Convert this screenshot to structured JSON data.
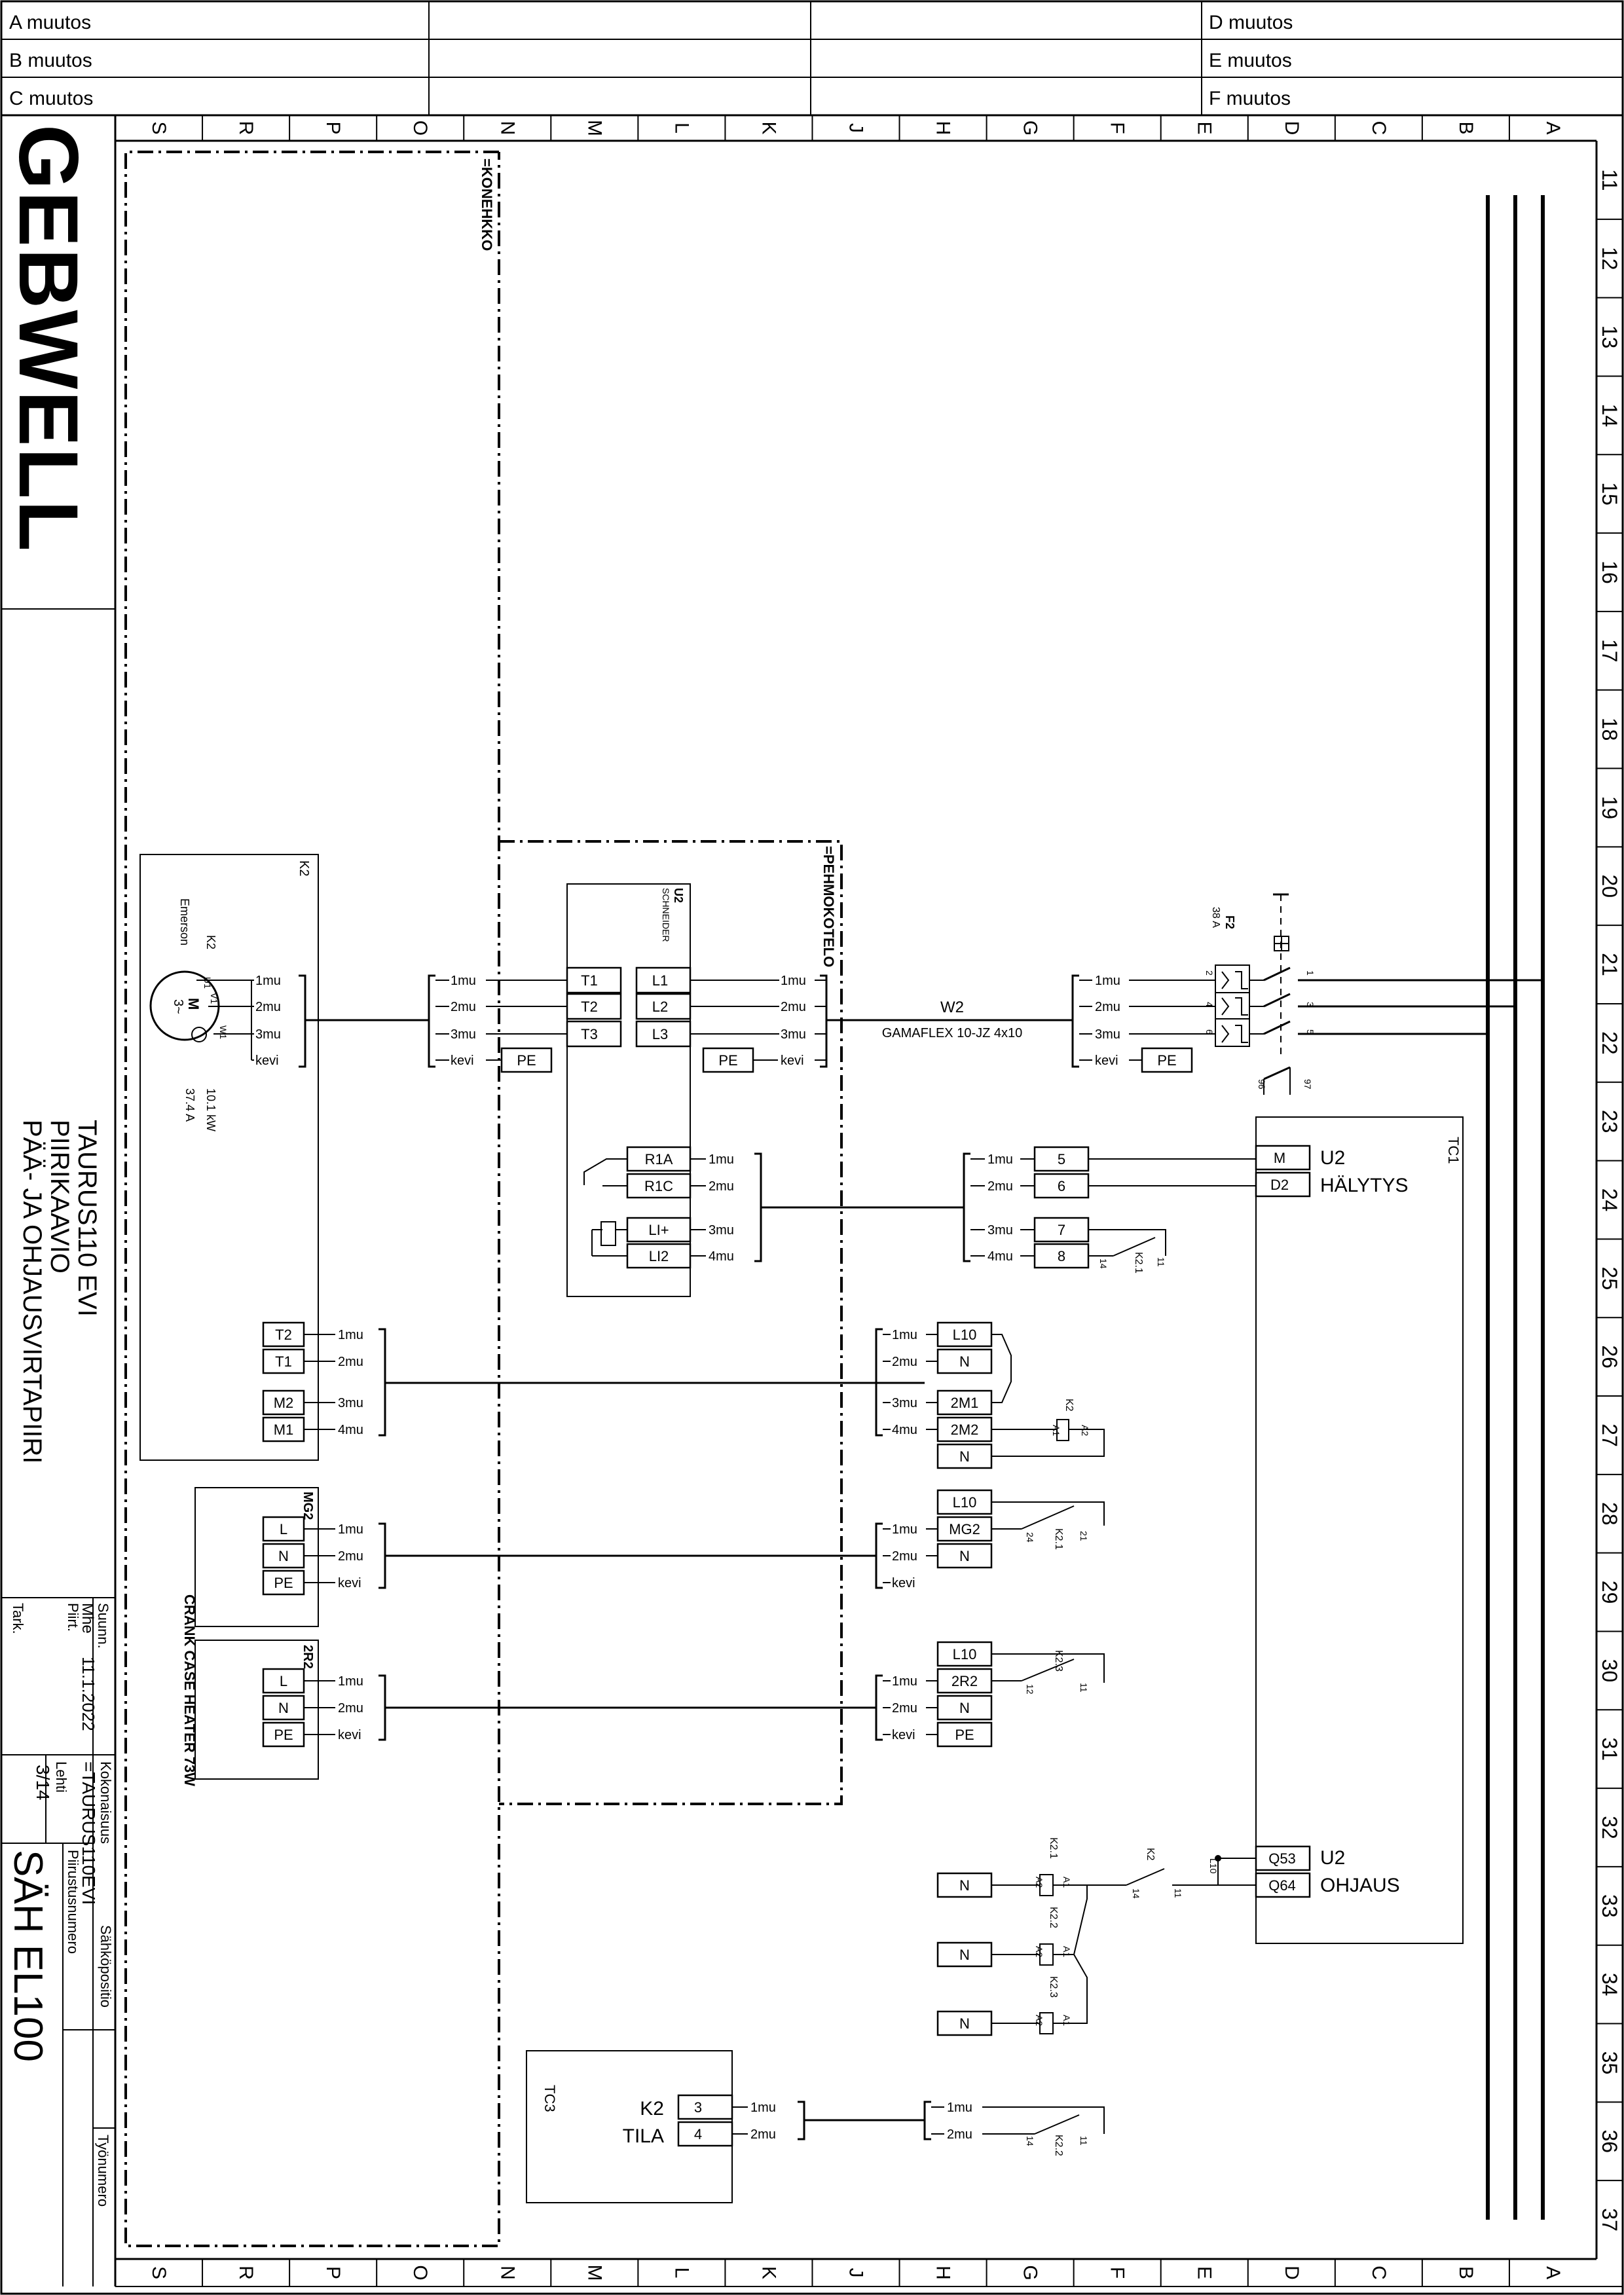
{
  "revisions": {
    "a": "A muutos",
    "b": "B muutos",
    "c": "C muutos",
    "d": "D muutos",
    "e": "E muutos",
    "f": "F muutos"
  },
  "columns": [
    "S",
    "R",
    "P",
    "O",
    "N",
    "M",
    "L",
    "K",
    "J",
    "H",
    "G",
    "F",
    "E",
    "D",
    "C",
    "B",
    "A"
  ],
  "rows": [
    "11",
    "12",
    "13",
    "14",
    "15",
    "16",
    "17",
    "18",
    "19",
    "20",
    "21",
    "22",
    "23",
    "24",
    "25",
    "26",
    "27",
    "28",
    "29",
    "30",
    "31",
    "32",
    "33",
    "34",
    "35",
    "36",
    "37"
  ],
  "title_block": {
    "logo": "GEBWELL",
    "title_line1": "TAURUS110 EVI",
    "title_line2": "PIIRIKAAVIO",
    "title_line3": "PÄÄ- JA OHJAUSVIRTAPIIRI",
    "suunn_label": "Suunn.",
    "suunn_value": "Mhe",
    "piirt_label": "Piirt.",
    "date_value": "11.1.2022",
    "tark_label": "Tark.",
    "kokonaisuus_label": "Kokonaisuus",
    "kokonaisuus_value": "=TAURUS110EVI",
    "sahkopositio_label": "Sähköpositio",
    "lehti_label": "Lehti",
    "lehti_value": "3/14",
    "piirustusnumero_label": "Piirustusnumero",
    "piirustusnumero_value": "SÄH EL100",
    "tyonumero_label": "Työnumero"
  },
  "enclosures": {
    "konehuone": "=KONEHKKO",
    "pehmokotelo": "=PEHMOKOTELO"
  },
  "motor": {
    "ref": "K2",
    "maker": "Emerson",
    "label": "K2",
    "power": "10.1 kW",
    "current": "37.4 A",
    "symbol_m": "M",
    "symbol_phase": "3~",
    "u1": "U1",
    "v1": "V1",
    "w1": "W1"
  },
  "softstarter": {
    "ref": "U2",
    "name": "SCHNEIDER"
  },
  "cable": {
    "ref": "W2",
    "type": "GAMAFLEX 10-JZ 4x10"
  },
  "breaker": {
    "ref": "F2",
    "rating": "38 A"
  },
  "tc1": {
    "ref": "TC1",
    "alarm_ref": "U2",
    "alarm_text": "HÄLYTYS",
    "ctrl_ref": "U2",
    "ctrl_text": "OHJAUS"
  },
  "tc3": {
    "ref": "TC3",
    "k2_label": "K2",
    "tila_label": "TILA"
  },
  "crank": {
    "text": "CRANK CASE HEATER 73W",
    "mg2_ref": "MG2",
    "r2_ref": "2R2"
  },
  "wires": {
    "mu1": "1mu",
    "mu2": "2mu",
    "mu3": "3mu",
    "mu4": "4mu",
    "kevi": "kevi"
  },
  "terminals": {
    "T1": "T1",
    "T2": "T2",
    "T3": "T3",
    "L1": "L1",
    "L2": "L2",
    "L3": "L3",
    "PE": "PE",
    "R1A": "R1A",
    "R1C": "R1C",
    "LIp": "LI+",
    "LI2": "LI2",
    "M": "M",
    "D2": "D2",
    "Q53": "Q53",
    "Q64": "Q64",
    "n5": "5",
    "n6": "6",
    "n7": "7",
    "n8": "8",
    "n3": "3",
    "n4": "4",
    "M1": "M1",
    "M2": "M2",
    "L10": "L10",
    "N": "N",
    "L": "L",
    "M21": "2M1",
    "M22": "2M2",
    "MG2": "MG2",
    "R22": "2R2"
  },
  "contacts": {
    "k21": "K2.1",
    "k22": "K2.2",
    "k23": "K2.3",
    "k2": "K2",
    "c11": "11",
    "c12": "12",
    "c14": "14",
    "c21": "21",
    "c24": "24",
    "a1": "A1",
    "a2": "A2",
    "c96": "96",
    "c97": "97",
    "l10": "L10",
    "p1": "1",
    "p2": "2",
    "p3": "3",
    "p4": "4",
    "p5": "5",
    "p6": "6"
  }
}
